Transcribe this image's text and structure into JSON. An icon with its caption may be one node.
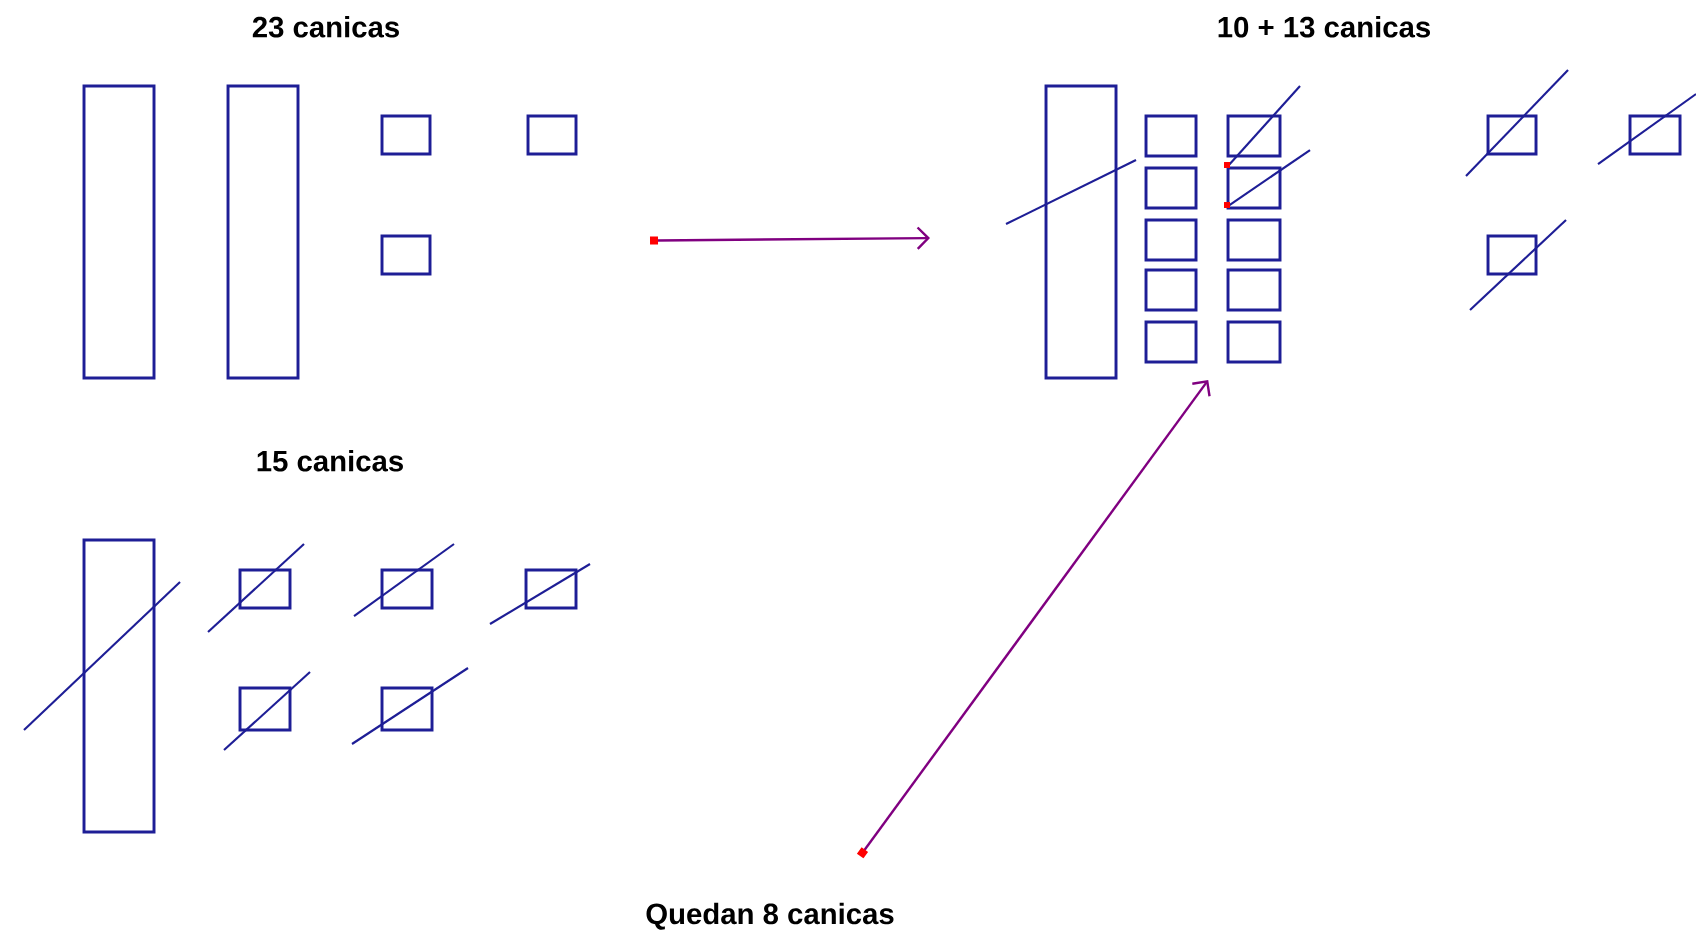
{
  "diagram": {
    "nodes": [
      {
        "text": [
          "23 canicas"
        ]
      },
      {
        "text": [
          "10 + 13 canicas"
        ]
      },
      {
        "text": [
          "15 canicas"
        ]
      },
      {
        "text": [
          "Quedan 8 canicas"
        ]
      }
    ],
    "edges": [
      {
        "from": 0,
        "to": 1,
        "arrow": "to"
      },
      {
        "from": 3,
        "to": 1,
        "arrow": "to"
      }
    ]
  }
}
